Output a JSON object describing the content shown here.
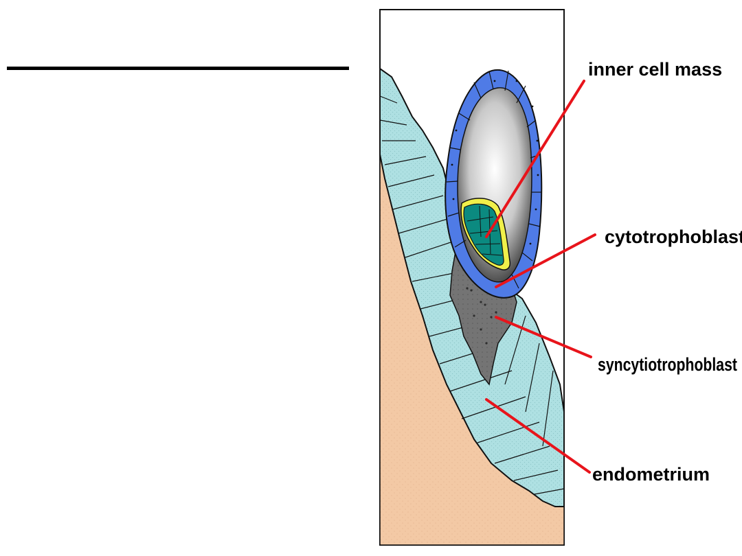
{
  "labels": {
    "inner_cell_mass": "inner cell mass",
    "cytotrophoblast": "cytotrophoblast",
    "syncytiotrophoblast": "syncytiotrophoblast",
    "endometrium": "endometrium"
  },
  "colors": {
    "pointer": "#e8141b",
    "outline": "#111111",
    "stroma": "#f3c9a5",
    "epithelium": "#aee0e2",
    "trophoblast": "#4f7be6",
    "syncytium": "#747474",
    "inner_cell_mass": "#0b8a80",
    "inner_cell_rim": "#f0f04a"
  },
  "icons": {
    "diagram": "blastocyst-implantation-diagram"
  }
}
